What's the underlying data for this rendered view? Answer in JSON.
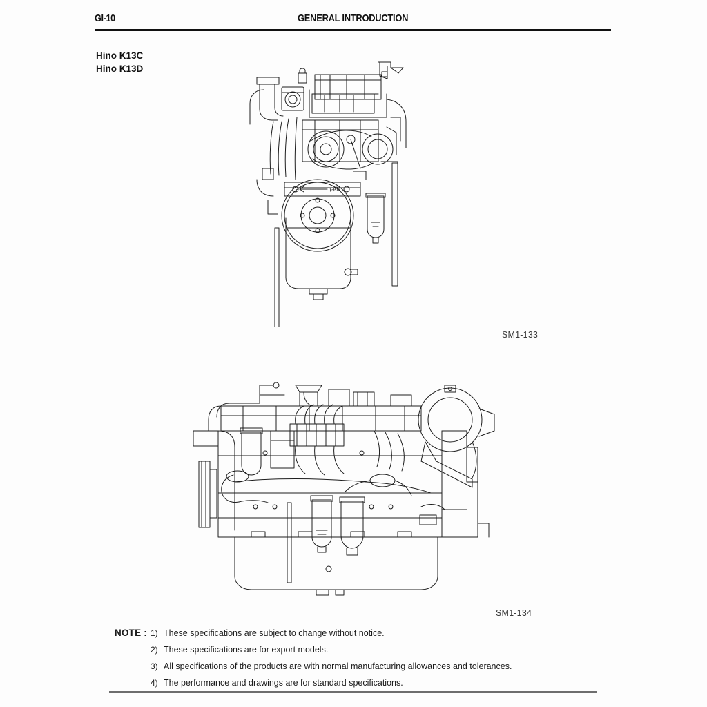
{
  "header": {
    "page_number": "GI-10",
    "title": "GENERAL INTRODUCTION"
  },
  "models": {
    "line1": "Hino K13C",
    "line2": "Hino K13D"
  },
  "figures": [
    {
      "name": "engine-front-view",
      "caption": "SM1-133",
      "description": "Hino K13C / K13D diesel engine front view line drawing",
      "labels": [
        "FAN"
      ]
    },
    {
      "name": "engine-side-view",
      "caption": "SM1-134",
      "description": "Hino K13C / K13D diesel engine side view line drawing"
    }
  ],
  "note": {
    "label": "NOTE :",
    "items": [
      {
        "num": "1)",
        "text": "These specifications are subject to change without notice."
      },
      {
        "num": "2)",
        "text": "These specifications are for export models."
      },
      {
        "num": "3)",
        "text": "All specifications of the products are with normal manufacturing allowances and tolerances."
      },
      {
        "num": "4)",
        "text": "The performance and drawings are for standard specifications."
      }
    ]
  },
  "colors": {
    "ink": "#111111",
    "paper": "#fdfdfd",
    "rule": "#6e6e6e"
  }
}
